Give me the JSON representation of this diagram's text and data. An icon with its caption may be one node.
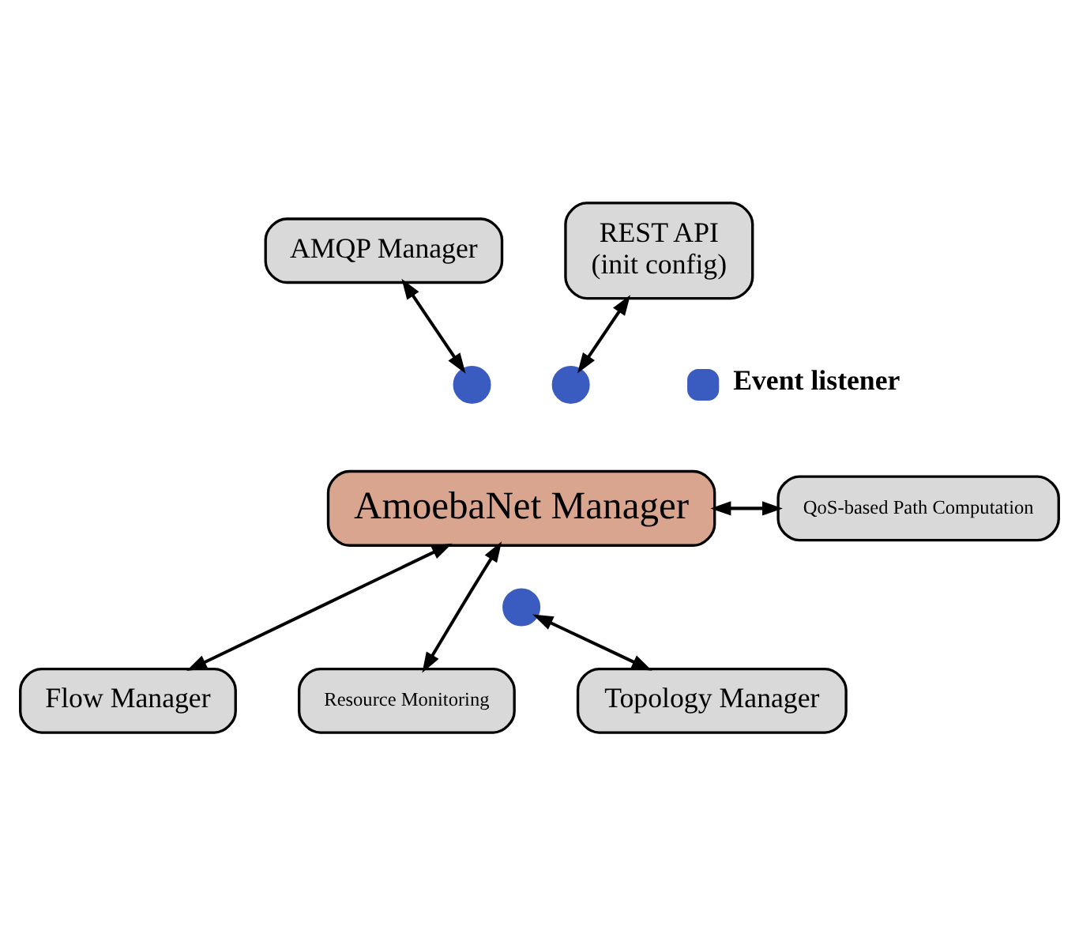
{
  "diagram": {
    "nodes": [
      {
        "text": [
          "AMQP Manager"
        ]
      },
      {
        "text": [
          "REST API",
          "(init config)"
        ]
      },
      {
        "text": [
          "AmoebaNet Manager"
        ]
      },
      {
        "text": [
          "QoS-based Path Computation"
        ]
      },
      {
        "text": [
          "Flow Manager"
        ]
      },
      {
        "text": [
          "Resource Monitoring"
        ]
      },
      {
        "text": [
          "Topology Manager"
        ]
      },
      {
        "text": [],
        "shape": "circle"
      },
      {
        "text": [],
        "shape": "circle"
      },
      {
        "text": [],
        "shape": "circle"
      }
    ],
    "edges": [
      {
        "from": 0,
        "to": 7,
        "arrow": "both"
      },
      {
        "from": 1,
        "to": 8,
        "arrow": "both"
      },
      {
        "from": 2,
        "to": 3,
        "arrow": "both"
      },
      {
        "from": 4,
        "to": 2,
        "arrow": "both"
      },
      {
        "from": 5,
        "to": 2,
        "arrow": "both"
      },
      {
        "from": 9,
        "to": 6,
        "arrow": "both"
      }
    ],
    "legend": [
      {
        "text": "Event listener",
        "color": "#3a5bbf"
      }
    ]
  }
}
